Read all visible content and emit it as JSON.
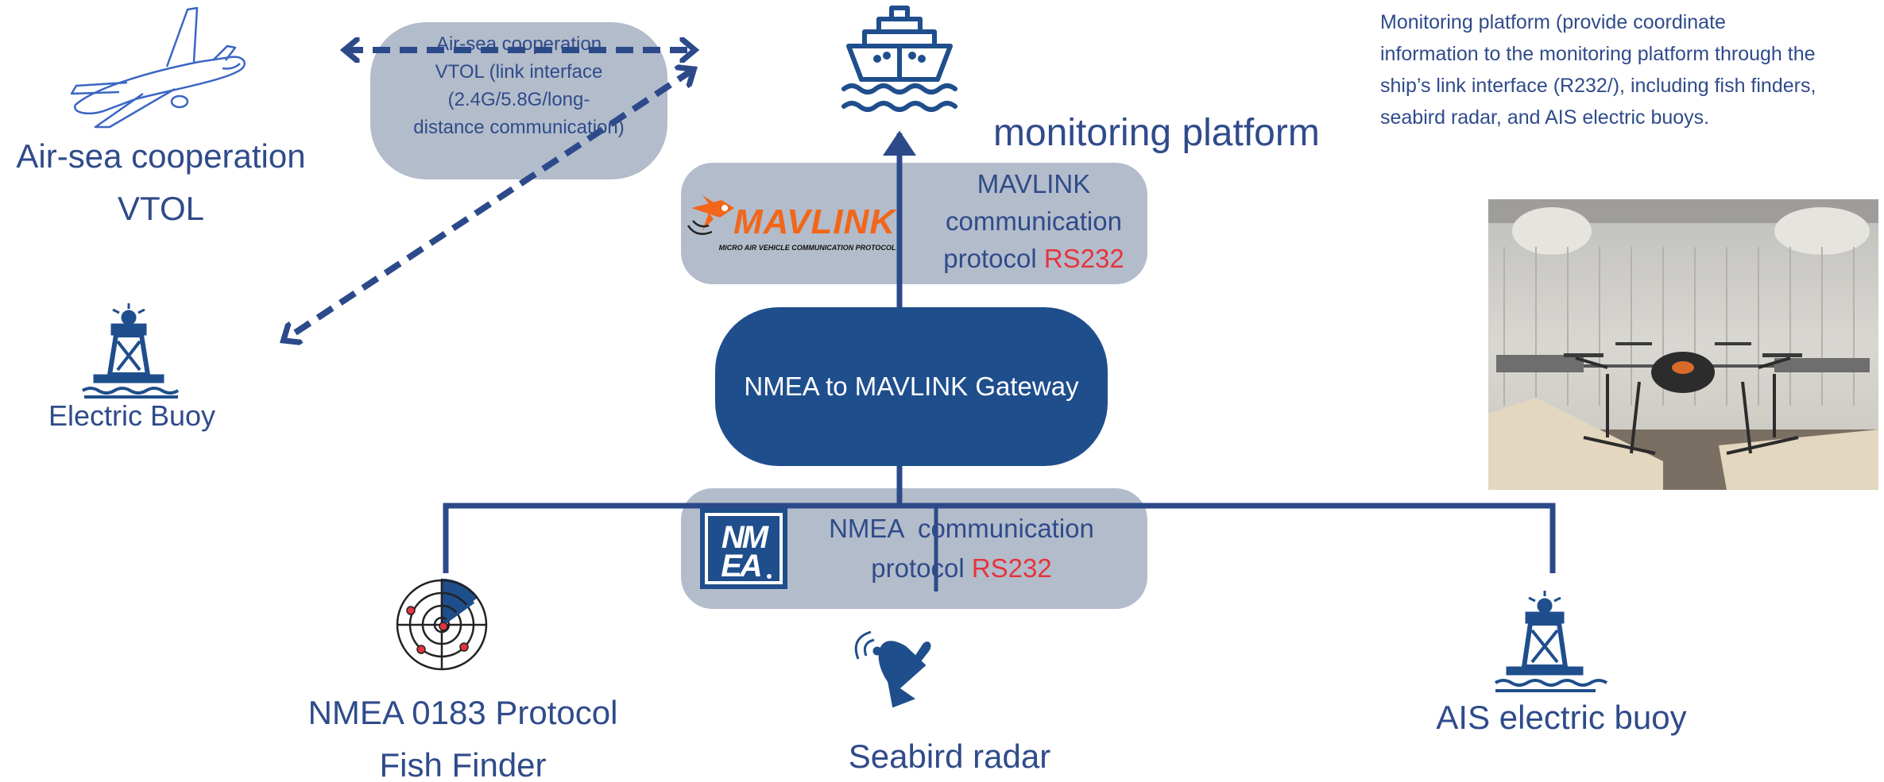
{
  "title": "monitoring platform",
  "note": "Monitoring platform (provide coordinate information to the monitoring platform through the ship’s link interface (R232/), including fish finders, seabird radar, and AIS electric buoys.",
  "air_sea": {
    "label_line1": "Air-sea cooperation",
    "label_line2": "VTOL",
    "link_box": [
      "Air-sea cooperation",
      "VTOL (link interface",
      "(2.4G/5.8G/long-",
      "distance communication)"
    ]
  },
  "electric_buoy": {
    "label": "Electric Buoy"
  },
  "mavlink": {
    "logo_text": "MAVLINK",
    "logo_sub": "MICRO AIR VEHICLE COMMUNICATION PROTOCOL",
    "line1": "MAVLINK",
    "line2": "communication",
    "line3": "protocol",
    "rs": "RS232"
  },
  "gateway": {
    "label": "NMEA to MAVLINK Gateway"
  },
  "nmea": {
    "logo_text": "NMEA",
    "line1": "NMEA  communication",
    "line2": "protocol",
    "rs": "RS232"
  },
  "fish_finder": {
    "line1": "NMEA 0183 Protocol",
    "line2": "Fish Finder"
  },
  "seabird": {
    "label": "Seabird radar"
  },
  "ais": {
    "label": "AIS electric buoy"
  },
  "colors": {
    "accent_navy": "#1f4e8c",
    "line_navy": "#2c4a8a",
    "box_grey": "#b3bccb",
    "rs_red": "#e5343d",
    "mav_orange": "#f2661a"
  }
}
